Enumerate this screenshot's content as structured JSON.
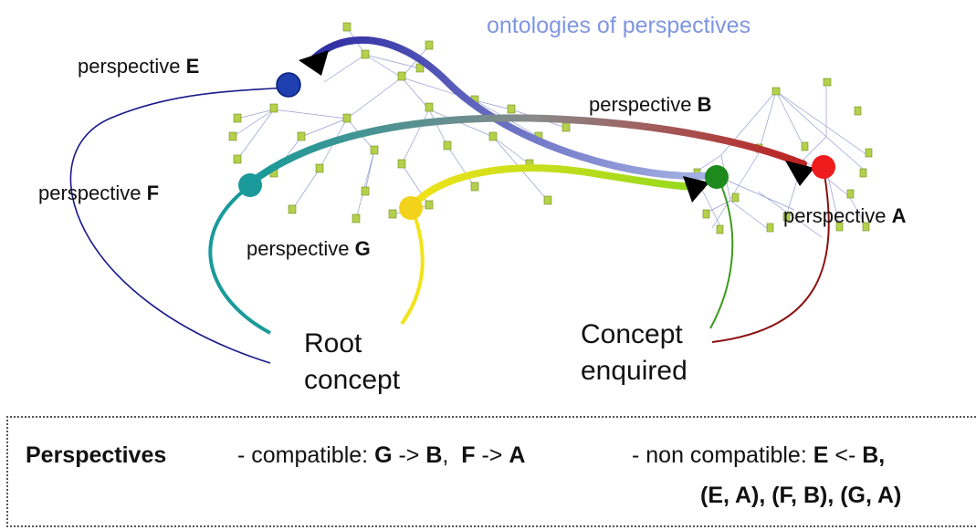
{
  "title": "ontologies of perspectives",
  "perspectives": {
    "e": {
      "word": "perspective",
      "letter": "E"
    },
    "b": {
      "word": "perspective",
      "letter": "B"
    },
    "f": {
      "word": "perspective",
      "letter": "F"
    },
    "a": {
      "word": "perspective",
      "letter": "A"
    },
    "g": {
      "word": "perspective",
      "letter": "G"
    }
  },
  "root_concept": {
    "line1": "Root",
    "line2": "concept"
  },
  "concept_enquired": {
    "line1": "Concept",
    "line2": "enquired"
  },
  "legend": {
    "heading": "Perspectives",
    "compatible_prefix": "- compatible: ",
    "compatible_1_from": "G",
    "compatible_1_arrow": " -> ",
    "compatible_1_to": "B",
    "separator": ",  ",
    "compatible_2_from": "F",
    "compatible_2_arrow": " -> ",
    "compatible_2_to": "A",
    "non_compatible_prefix": "- non compatible: ",
    "nc_1_from": "E",
    "nc_1_arrow": " <- ",
    "nc_1_to": "B,",
    "nc_pairs": "(E, A), (F, B), (G, A)"
  },
  "colors": {
    "E": "#1f3fb0",
    "F": "#1a9a9a",
    "G": "#f2d21a",
    "B": "#1e8a1e",
    "A": "#ee1c1c",
    "title": "#7f96e0",
    "node_fill": "#b5d04a"
  }
}
